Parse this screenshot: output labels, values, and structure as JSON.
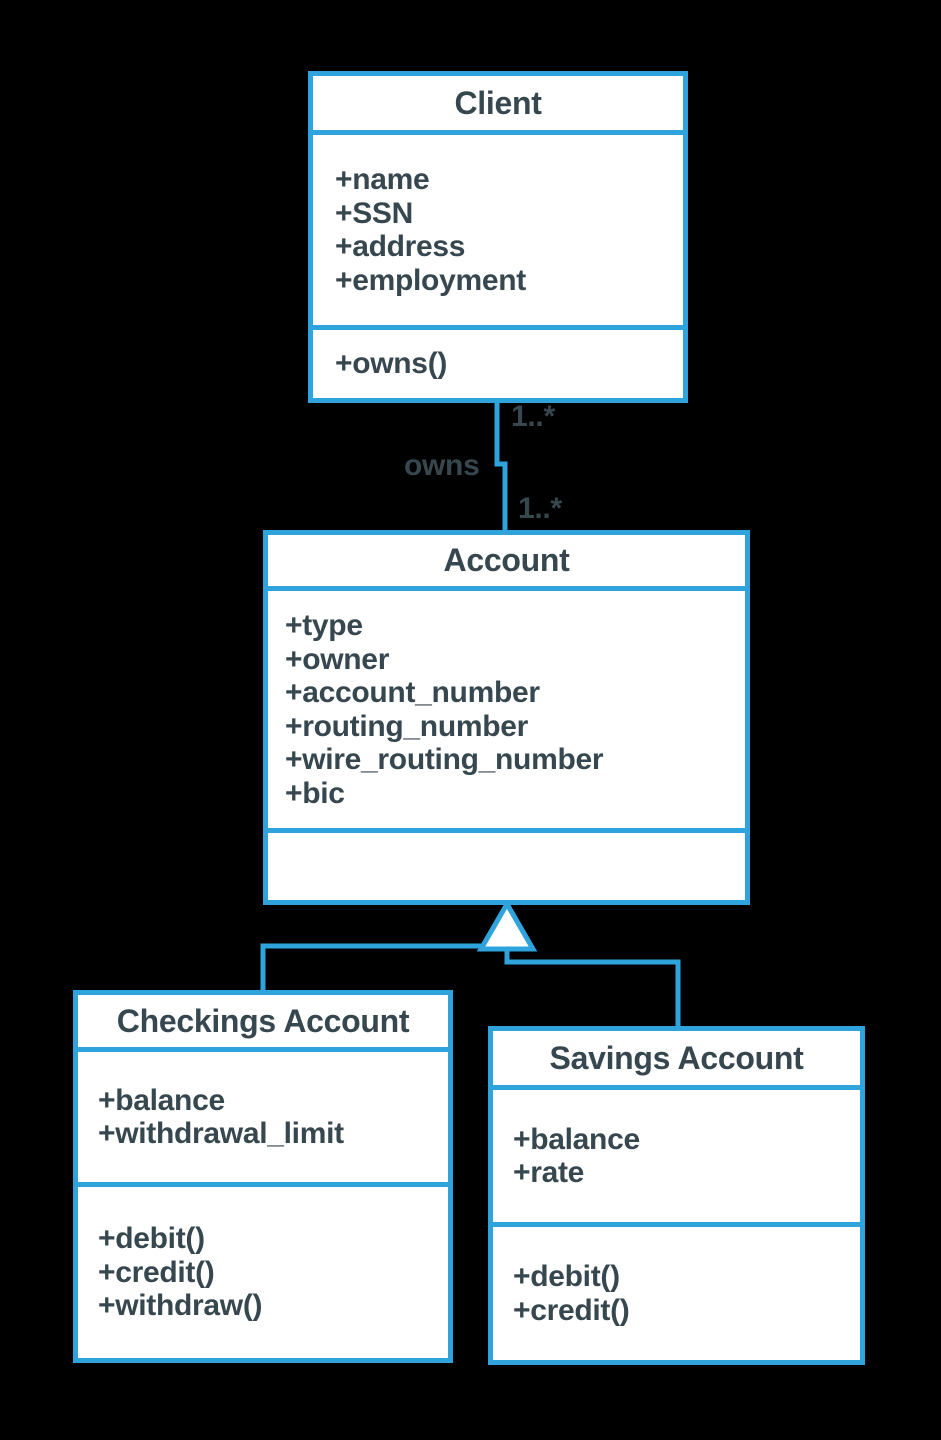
{
  "diagram": {
    "kind": "uml-class-diagram",
    "colors": {
      "background": "#000000",
      "accent": "#2ea3dc",
      "text": "#37474f",
      "box_fill": "#ffffff"
    }
  },
  "classes": {
    "client": {
      "name": "Client",
      "attributes": [
        "+name",
        "+SSN",
        "+address",
        "+employment"
      ],
      "methods": [
        "+owns()"
      ]
    },
    "account": {
      "name": "Account",
      "attributes": [
        "+type",
        "+owner",
        "+account_number",
        "+routing_number",
        "+wire_routing_number",
        "+bic"
      ],
      "methods": []
    },
    "checkings": {
      "name": "Checkings Account",
      "attributes": [
        "+balance",
        "+withdrawal_limit"
      ],
      "methods": [
        "+debit()",
        "+credit()",
        "+withdraw()"
      ]
    },
    "savings": {
      "name": "Savings Account",
      "attributes": [
        "+balance",
        "+rate"
      ],
      "methods": [
        "+debit()",
        "+credit()"
      ]
    }
  },
  "association": {
    "name": "owns",
    "from": "Client",
    "to": "Account",
    "client_end_multiplicity": "1..*",
    "account_end_multiplicity": "1..*"
  },
  "generalizations": [
    {
      "from": "Checkings Account",
      "to": "Account"
    },
    {
      "from": "Savings Account",
      "to": "Account"
    }
  ]
}
